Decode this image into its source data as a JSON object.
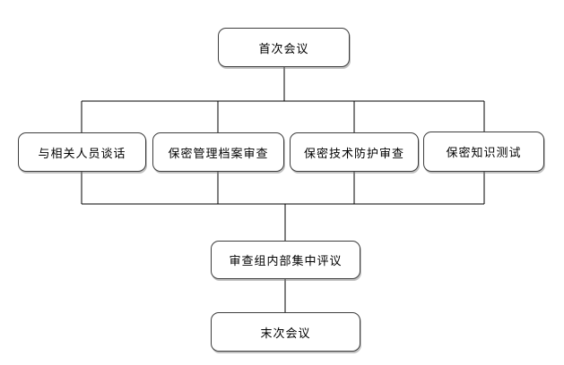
{
  "diagram": {
    "type": "flowchart",
    "background_color": "#ffffff",
    "node_border_color": "#3d3d3d",
    "node_fill_color": "#ffffff",
    "edge_color": "#000000",
    "nodes": [
      {
        "id": "first-meeting",
        "label": "首次会议"
      },
      {
        "id": "personnel-talk",
        "label": "与相关人员谈话"
      },
      {
        "id": "archive-review",
        "label": "保密管理档案审查"
      },
      {
        "id": "tech-protection",
        "label": "保密技术防护审查"
      },
      {
        "id": "knowledge-test",
        "label": "保密知识测试"
      },
      {
        "id": "group-evaluation",
        "label": "审查组内部集中评议"
      },
      {
        "id": "final-meeting",
        "label": "末次会议"
      }
    ],
    "edges": [
      {
        "from": "first-meeting",
        "to": "personnel-talk"
      },
      {
        "from": "first-meeting",
        "to": "archive-review"
      },
      {
        "from": "first-meeting",
        "to": "tech-protection"
      },
      {
        "from": "first-meeting",
        "to": "knowledge-test"
      },
      {
        "from": "personnel-talk",
        "to": "group-evaluation"
      },
      {
        "from": "archive-review",
        "to": "group-evaluation"
      },
      {
        "from": "tech-protection",
        "to": "group-evaluation"
      },
      {
        "from": "knowledge-test",
        "to": "group-evaluation"
      },
      {
        "from": "group-evaluation",
        "to": "final-meeting"
      }
    ]
  }
}
